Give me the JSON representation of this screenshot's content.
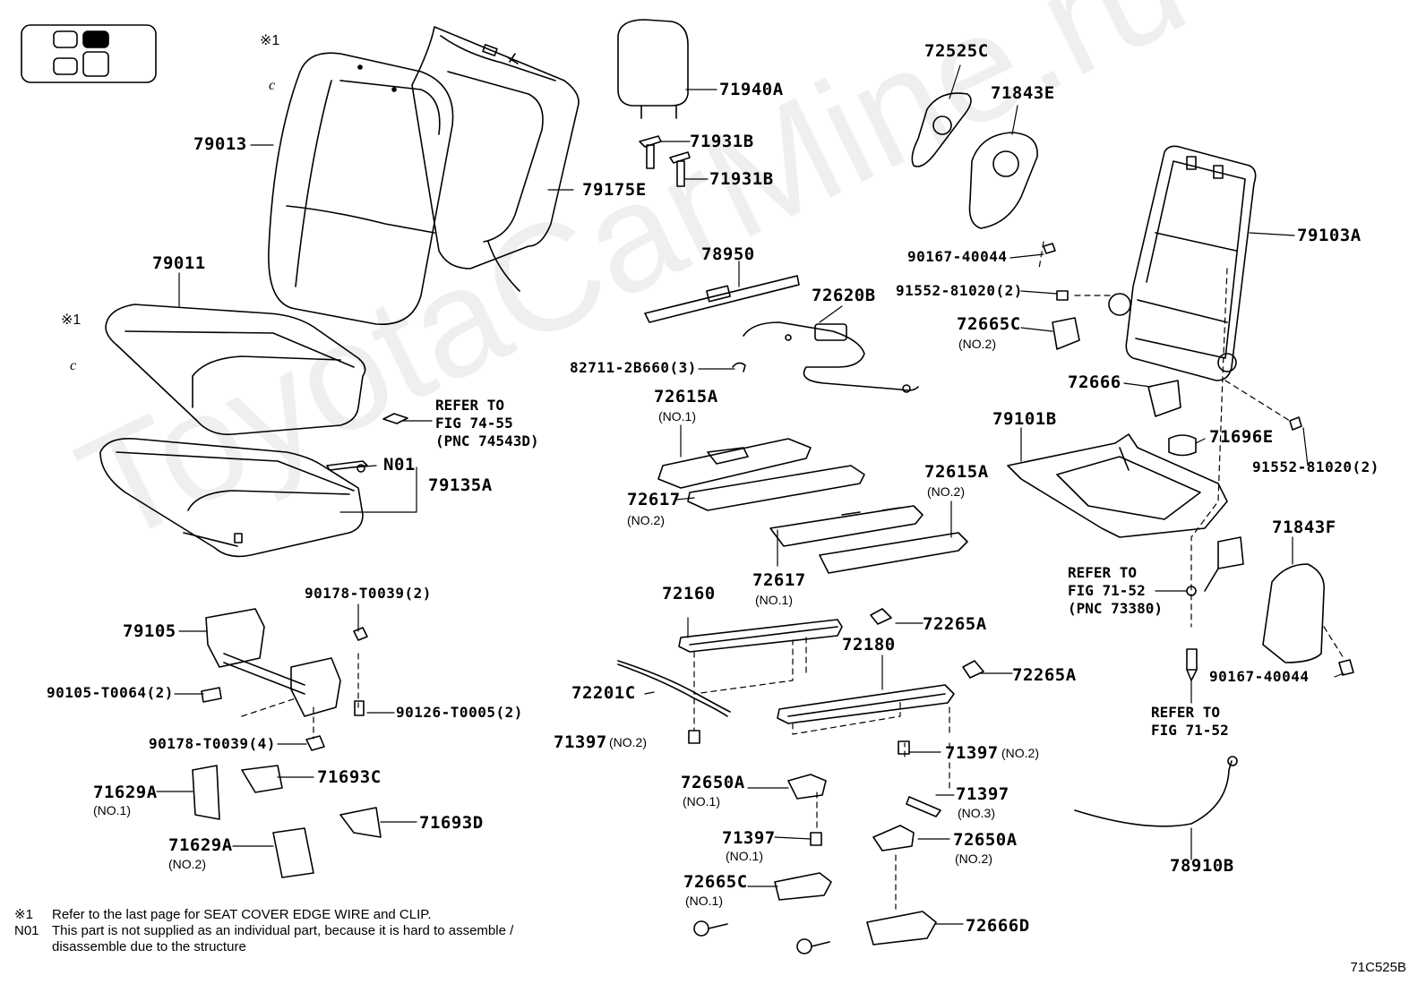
{
  "watermark": "ToyotaCarMine.ru",
  "drawing_code": "71C525B",
  "callouts": {
    "c79013": "79013",
    "c79175E": "79175E",
    "c79011": "79011",
    "c79135A": "79135A",
    "cN01": "N01",
    "c71940A": "71940A",
    "c71931B_1": "71931B",
    "c71931B_2": "71931B",
    "c78950": "78950",
    "c72620B": "72620B",
    "c82711": "82711-2B660(3)",
    "c72615A_1": "72615A",
    "c72617_1": "72617",
    "c72615A_2": "72615A",
    "c72617_2": "72617",
    "c72525C": "72525C",
    "c71843E": "71843E",
    "c90167_1": "90167-40044",
    "c91552_1": "91552-81020(2)",
    "c72665C_1": "72665C",
    "c79103A": "79103A",
    "c72666": "72666",
    "c79101B": "79101B",
    "c71696E": "71696E",
    "c91552_2": "91552-81020(2)",
    "c71843F": "71843F",
    "c90167_2": "90167-40044",
    "c79105": "79105",
    "c90178_1": "90178-T0039(2)",
    "c90105": "90105-T0064(2)",
    "c90126": "90126-T0005(2)",
    "c90178_2": "90178-T0039(4)",
    "c71629A_1": "71629A",
    "c71693C": "71693C",
    "c71693D": "71693D",
    "c71629A_2": "71629A",
    "c72160": "72160",
    "c72265A_1": "72265A",
    "c72180": "72180",
    "c72265A_2": "72265A",
    "c72201C": "72201C",
    "c71397_1": "71397",
    "c71397_2": "71397",
    "c72650A_1": "72650A",
    "c71397_3": "71397",
    "c71397_4": "71397",
    "c72650A_2": "72650A",
    "c72665C_2": "72665C",
    "c72666D": "72666D",
    "c78910B": "78910B"
  },
  "subs": {
    "s72615A_1": "(NO.1)",
    "s72617_1": "(NO.2)",
    "s72615A_2": "(NO.2)",
    "s72617_2": "(NO.1)",
    "s72665C_1": "(NO.2)",
    "s71629A_1": "(NO.1)",
    "s71629A_2": "(NO.2)",
    "s71397_1": "(NO.2)",
    "s71397_2": "(NO.2)",
    "s72650A_1": "(NO.1)",
    "s71397_3": "(NO.1)",
    "s71397_4": "(NO.3)",
    "s72650A_2": "(NO.2)",
    "s72665C_2": "(NO.1)"
  },
  "refs": {
    "r1": "REFER TO\nFIG 74-55\n(PNC 74543D)",
    "r2": "REFER TO\nFIG 71-52\n(PNC 73380)",
    "r3": "REFER TO\nFIG 71-52"
  },
  "asterisk_marks": {
    "a1": "※1",
    "a2": "※1",
    "c1": "c",
    "c2": "c"
  },
  "notes": [
    {
      "mark": "※1",
      "text": "Refer to the last page for SEAT COVER EDGE WIRE and CLIP."
    },
    {
      "mark": "N01",
      "text": "This part is not supplied as an individual part, because it is hard to assemble /\ndisassemble due to the structure"
    }
  ]
}
